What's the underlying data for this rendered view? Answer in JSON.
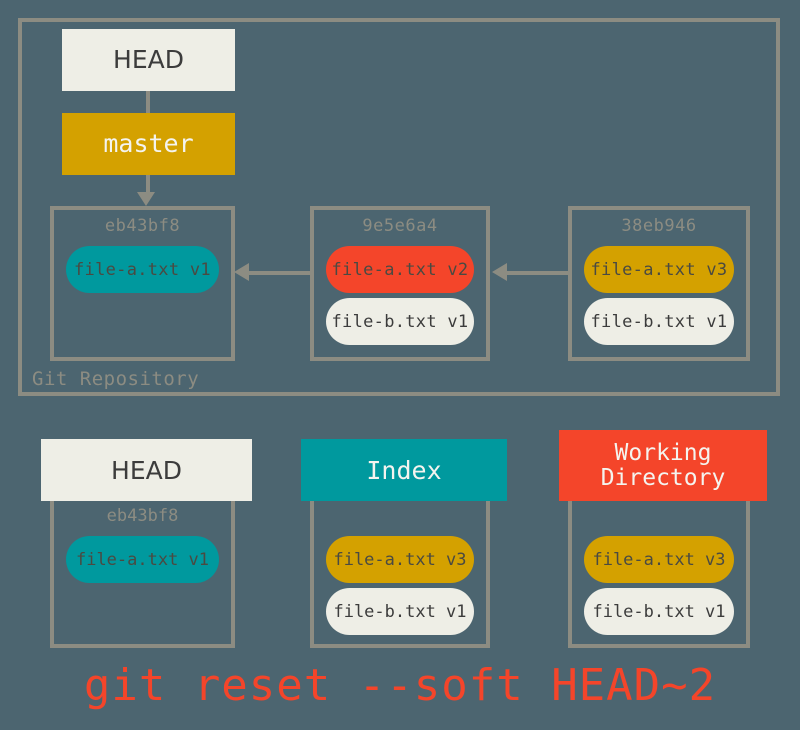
{
  "background_color": "#4c6570",
  "colors": {
    "border": "#8c8c82",
    "cream": "#eeeee6",
    "gold": "#d4a100",
    "teal": "#00999e",
    "red": "#f4452a",
    "text_dark": "#3c3c3c"
  },
  "repository": {
    "label": "Git Repository",
    "head_box_label": "HEAD",
    "branch_box_label": "master",
    "commits": [
      {
        "hash": "eb43bf8",
        "files": [
          {
            "name": "file-a.txt v1",
            "color": "teal"
          }
        ]
      },
      {
        "hash": "9e5e6a4",
        "files": [
          {
            "name": "file-a.txt v2",
            "color": "red"
          },
          {
            "name": "file-b.txt v1",
            "color": "cream"
          }
        ]
      },
      {
        "hash": "38eb946",
        "files": [
          {
            "name": "file-a.txt v3",
            "color": "gold"
          },
          {
            "name": "file-b.txt v1",
            "color": "cream"
          }
        ]
      }
    ]
  },
  "areas": [
    {
      "title": "HEAD",
      "title_color": "cream",
      "hash": "eb43bf8",
      "files": [
        {
          "name": "file-a.txt v1",
          "color": "teal"
        }
      ]
    },
    {
      "title": "Index",
      "title_color": "teal",
      "hash": "",
      "files": [
        {
          "name": "file-a.txt v3",
          "color": "gold"
        },
        {
          "name": "file-b.txt v1",
          "color": "cream"
        }
      ]
    },
    {
      "title_line1": "Working",
      "title_line2": "Directory",
      "title_color": "red",
      "hash": "",
      "files": [
        {
          "name": "file-a.txt v3",
          "color": "gold"
        },
        {
          "name": "file-b.txt v1",
          "color": "cream"
        }
      ]
    }
  ],
  "command": "git reset --soft HEAD~2"
}
